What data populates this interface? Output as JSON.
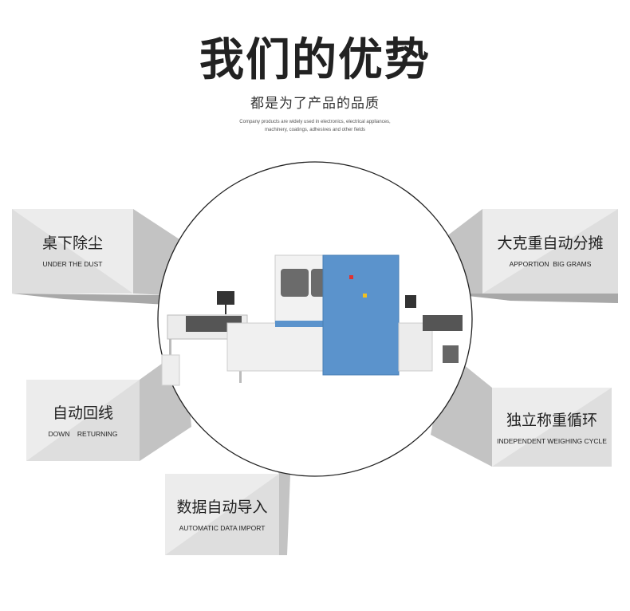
{
  "header": {
    "title": "我们的优势",
    "subtitle": "都是为了产品的品质",
    "description_line1": "Company products are widely used in electronics, electrical appliances,",
    "description_line2": "machinery, coatings, adhesives and other fields"
  },
  "features": [
    {
      "cn": "桌下除尘",
      "en": "UNDER THE DUST"
    },
    {
      "cn": "自动回线",
      "en": "DOWN    RETURNING"
    },
    {
      "cn": "数据自动导入",
      "en": "AUTOMATIC DATA IMPORT"
    },
    {
      "cn": "大克重自动分摊",
      "en": "APPORTION  BIG GRAMS"
    },
    {
      "cn": "独立称重循环",
      "en": "INDEPENDENT WEIGHING CYCLE"
    }
  ],
  "colors": {
    "machine_blue": "#5b93cc",
    "panel": "#e6e6e6",
    "panel_side": "#c4c4c4"
  }
}
